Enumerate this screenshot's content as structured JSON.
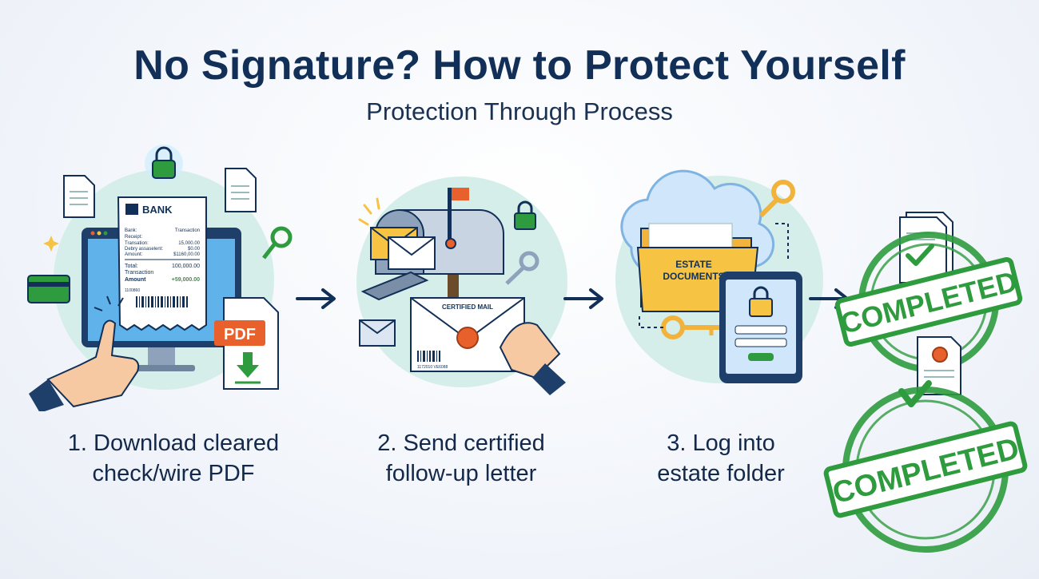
{
  "header": {
    "title": "No Signature? How to Protect Yourself",
    "subtitle": "Protection Through Process"
  },
  "steps": [
    {
      "line1": "1. Download cleared",
      "line2": "check/wire PDF"
    },
    {
      "line1": "2. Send certified",
      "line2": "follow-up letter"
    },
    {
      "line1": "3. Log into",
      "line2": "estate folder"
    }
  ],
  "receipt": {
    "bank": "BANK",
    "col_header": "Transaction",
    "rows": [
      {
        "k": "Bank:",
        "v": "Transaction"
      },
      {
        "k": "Receipt:",
        "v": ""
      },
      {
        "k": "Transation:",
        "v": "15,000.00"
      },
      {
        "k": "Debry assaselent:",
        "v": "$0.00"
      },
      {
        "k": "Amount:",
        "v": "$1160,00.00"
      }
    ],
    "total_label": "Total:",
    "total_value": "100,000.00",
    "txn_label": "Transaction",
    "amount_label": "Amount",
    "amount_value": "+59,000.00",
    "ref": "1100860"
  },
  "pdf_label": "PDF",
  "certified_mail_label": "CERTIFIED MAIL",
  "barcode_caption": "1172010 VE6088",
  "folder_label_1": "ESTATE",
  "folder_label_2": "DOCUMENTS",
  "stamps": [
    "COMPLETED",
    "COMPLETED"
  ],
  "colors": {
    "navy": "#123057",
    "green": "#2e9b3e",
    "orange": "#e8612c",
    "blob": "#d3ede8"
  }
}
